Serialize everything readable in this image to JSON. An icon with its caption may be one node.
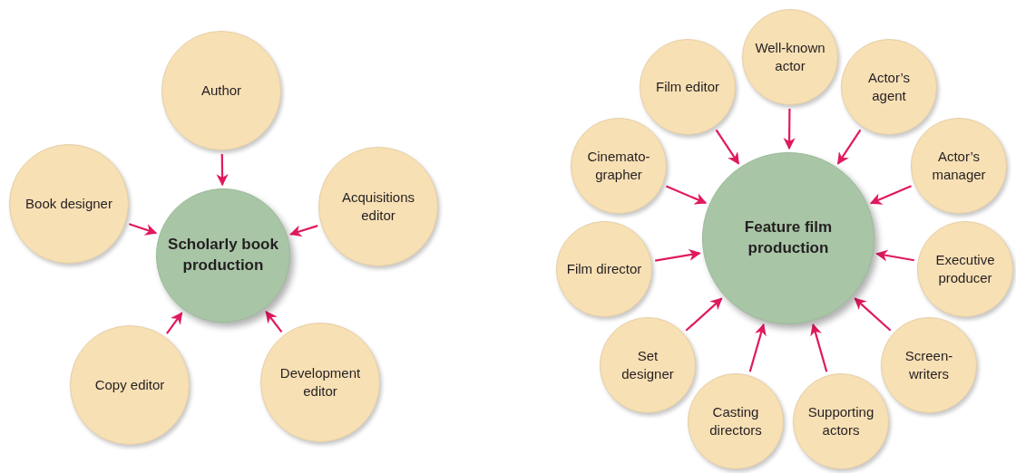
{
  "diagram": {
    "nodes": [
      {
        "text": [
          "Author"
        ]
      },
      {
        "text": [
          "Book designer"
        ]
      },
      {
        "text": [
          "Scholarly book production"
        ]
      },
      {
        "text": [
          "Acquisitions editor"
        ]
      },
      {
        "text": [
          "Copy editor"
        ]
      },
      {
        "text": [
          "Development editor"
        ]
      },
      {
        "text": [
          "Well-known actor"
        ]
      },
      {
        "text": [
          "Film editor"
        ]
      },
      {
        "text": [
          "Actor’s agent"
        ]
      },
      {
        "text": [
          "Cinemato- grapher"
        ]
      },
      {
        "text": [
          "Actor’s manager"
        ]
      },
      {
        "text": [
          "Feature film production"
        ]
      },
      {
        "text": [
          "Film director"
        ]
      },
      {
        "text": [
          "Executive producer"
        ]
      },
      {
        "text": [
          "Set designer"
        ]
      },
      {
        "text": [
          "Screen- writers"
        ]
      },
      {
        "text": [
          "Casting directors"
        ]
      },
      {
        "text": [
          "Supporting actors"
        ]
      }
    ],
    "edges": [
      {
        "from": 0,
        "to": 2,
        "arrow": "to"
      },
      {
        "from": 1,
        "to": 2,
        "arrow": "to"
      },
      {
        "from": 3,
        "to": 2,
        "arrow": "to"
      },
      {
        "from": 4,
        "to": 2,
        "arrow": "to"
      },
      {
        "from": 5,
        "to": 2,
        "arrow": "to"
      },
      {
        "from": 6,
        "to": 11,
        "arrow": "to"
      },
      {
        "from": 7,
        "to": 11,
        "arrow": "to"
      },
      {
        "from": 8,
        "to": 11,
        "arrow": "to"
      },
      {
        "from": 9,
        "to": 11,
        "arrow": "to"
      },
      {
        "from": 10,
        "to": 11,
        "arrow": "to"
      },
      {
        "from": 12,
        "to": 11,
        "arrow": "to"
      },
      {
        "from": 13,
        "to": 11,
        "arrow": "to"
      },
      {
        "from": 14,
        "to": 11,
        "arrow": "to"
      },
      {
        "from": 15,
        "to": 11,
        "arrow": "to"
      },
      {
        "from": 16,
        "to": 11,
        "arrow": "to"
      },
      {
        "from": 17,
        "to": 11,
        "arrow": "to"
      }
    ]
  }
}
